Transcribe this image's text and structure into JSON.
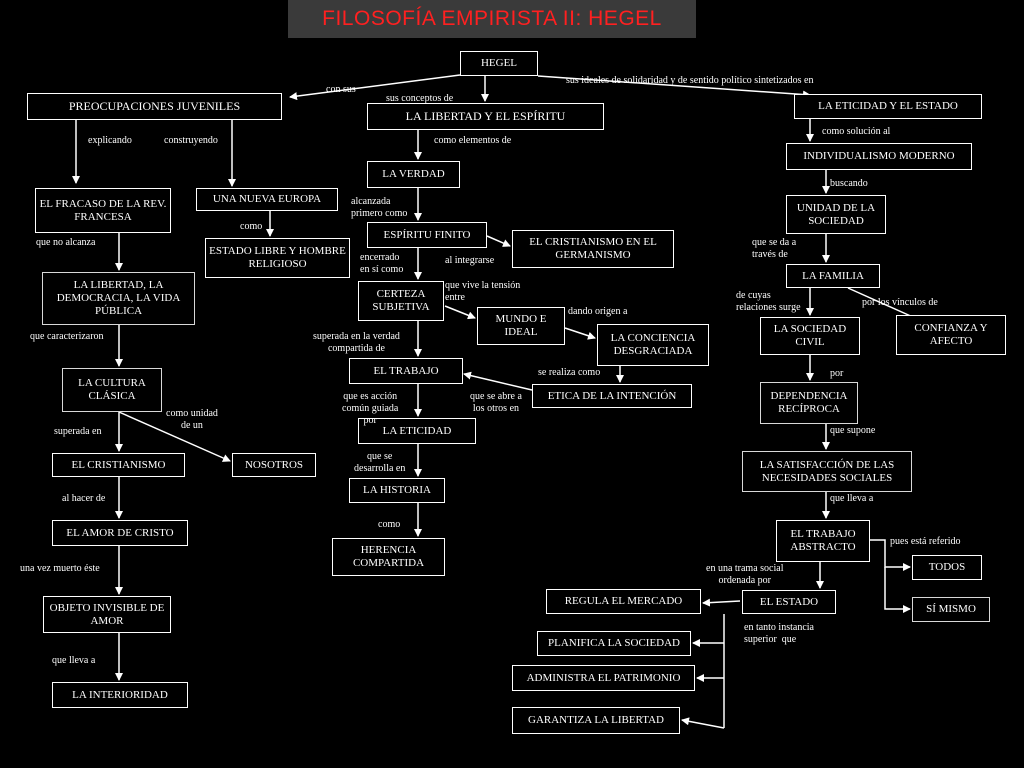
{
  "title": "FILOSOFÍA EMPIRISTA II: HEGEL",
  "nodes": {
    "hegel": "HEGEL",
    "preocupaciones": "PREOCUPACIONES JUVENILES",
    "libertad_espiritu": "LA LIBERTAD Y EL ESPÍRITU",
    "eticidad_estado": "LA ETICIDAD Y EL ESTADO",
    "fracaso": "EL FRACASO DE LA REV. FRANCESA",
    "nueva_europa": "UNA NUEVA EUROPA",
    "estado_libre": "ESTADO LIBRE Y HOMBRE RELIGIOSO",
    "libertad_democracia": "LA LIBERTAD, LA DEMOCRACIA, LA VIDA PÚBLICA",
    "cultura_clasica": "LA CULTURA CLÁSICA",
    "cristianismo": "EL CRISTIANISMO",
    "nosotros": "NOSOTROS",
    "amor_cristo": "EL AMOR DE CRISTO",
    "objeto_invisible": "OBJETO INVISIBLE DE AMOR",
    "interioridad": "LA INTERIORIDAD",
    "verdad": "LA VERDAD",
    "espiritu_finito": "ESPÍRITU FINITO",
    "cristianismo_germanismo": "EL CRISTIANISMO EN EL GERMANISMO",
    "certeza_subjetiva": "CERTEZA SUBJETIVA",
    "mundo_ideal": "MUNDO E IDEAL",
    "conciencia_desgraciada": "LA CONCIENCIA DESGRACIADA",
    "trabajo": "EL TRABAJO",
    "etica_intencion": "ETICA DE LA INTENCIÓN",
    "eticidad": "LA ETICIDAD",
    "historia": "LA HISTORIA",
    "herencia": "HERENCIA COMPARTIDA",
    "individualismo": "INDIVIDUALISMO MODERNO",
    "unidad_sociedad": "UNIDAD DE LA SOCIEDAD",
    "familia": "LA FAMILIA",
    "sociedad_civil": "LA SOCIEDAD CIVIL",
    "confianza": "CONFIANZA Y AFECTO",
    "dependencia": "DEPENDENCIA RECÍPROCA",
    "satisfaccion": "LA SATISFACCIÓN DE LAS NECESIDADES SOCIALES",
    "trabajo_abstracto": "EL TRABAJO ABSTRACTO",
    "todos": "TODOS",
    "si_mismo": "SÍ MISMO",
    "el_estado": "EL ESTADO",
    "regula": "REGULA EL MERCADO",
    "planifica": "PLANIFICA LA SOCIEDAD",
    "administra": "ADMINISTRA EL PATRIMONIO",
    "garantiza": "GARANTIZA LA LIBERTAD"
  },
  "labels": {
    "con_sus": "con sus",
    "sus_conceptos": "sus conceptos de",
    "sus_ideales": "sus ideales de solidaridad y de sentido político sintetizados en",
    "explicando": "explicando",
    "construyendo": "construyendo",
    "como_elementos": "como elementos de",
    "como_solucion": "como solución al",
    "alcanzada": "alcanzada\nprimero como",
    "buscando": "buscando",
    "como": "como",
    "que_no_alcanza": "que no alcanza",
    "que_se_da": "que se da a\ntravés de",
    "encerrado": "encerrado\nen sí como",
    "al_integrarse": "al integrarse",
    "que_vive": "que vive la tensión\nentre",
    "de_cuyas": "de cuyas\nrelaciones surge",
    "por_vinculos": "por los vínculos de",
    "dando_origen": "dando origen a",
    "que_caracterizaron": "que caracterizaron",
    "superada_verdad": "superada en la verdad\ncompartida de",
    "se_realiza": "se realiza como",
    "por": "por",
    "como_unidad": "como unidad\nde un",
    "que_es_accion": "que es acción\ncomún guiada\npor",
    "que_se_abre": "que se abre a\nlos otros en",
    "superada_en": "superada en",
    "que_supone": "que supone",
    "que_se_desarrolla": "que se\ndesarrolla en",
    "al_hacer_de": "al hacer de",
    "que_lleva_a_1": "que lleva a",
    "como_2": "como",
    "pues_esta": "pues está referido",
    "en_una_trama": "en una trama social\nordenada por",
    "una_vez_muerto": "una vez muerto éste",
    "en_tanto": "en tanto instancia\nsuperior  que",
    "que_lleva_a_2": "que lleva a"
  }
}
